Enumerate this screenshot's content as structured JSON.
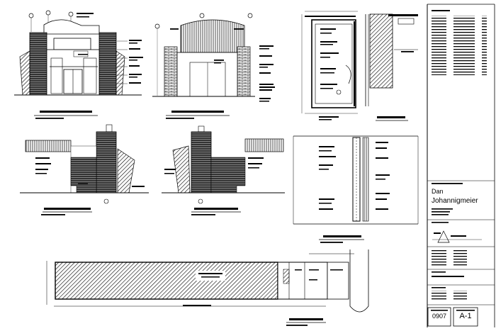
{
  "title_block": {
    "client_first": "Dan",
    "client_last": "Johannigmeier",
    "drawing_no": "0907",
    "sheet_no": "A-1"
  },
  "colors": {
    "line": "#000000",
    "paper": "#ffffff"
  }
}
